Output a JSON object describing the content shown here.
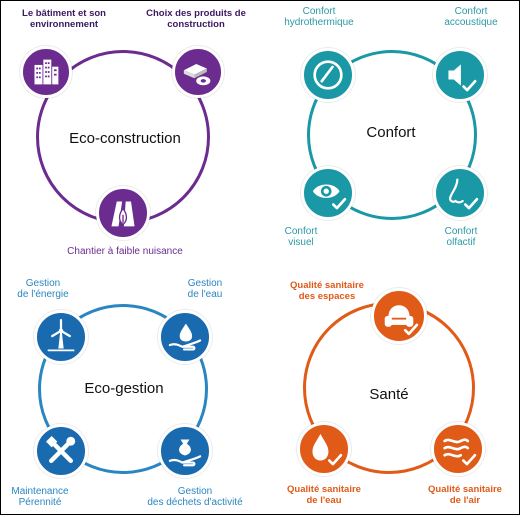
{
  "colors": {
    "purple": "#6b2b8f",
    "purple_text": "#3a1a60",
    "teal": "#1a98a6",
    "teal_text": "#2a9aa6",
    "blue": "#1a6aaf",
    "blue_text": "#2a86c0",
    "orange": "#e05a18",
    "orange_text": "#e05a18"
  },
  "eco_construction": {
    "title": "Eco-construction",
    "items": [
      {
        "label": "Le bâtiment et son\nenvironnement",
        "icon": "buildings-icon"
      },
      {
        "label": "Choix des produits de\nconstruction",
        "icon": "materials-icon"
      },
      {
        "label": "Chantier à faible nuisance",
        "icon": "construction-site-icon"
      }
    ]
  },
  "confort": {
    "title": "Confort",
    "items": [
      {
        "label": "Confort\nhydrothermique",
        "icon": "gauge-icon"
      },
      {
        "label": "Confort\naccoustique",
        "icon": "speaker-icon"
      },
      {
        "label": "Confort\nvisuel",
        "icon": "eye-icon"
      },
      {
        "label": "Confort\nolfactif",
        "icon": "nose-icon"
      }
    ]
  },
  "eco_gestion": {
    "title": "Eco-gestion",
    "items": [
      {
        "label": "Gestion\nde l'énergie",
        "icon": "wind-turbine-icon"
      },
      {
        "label": "Gestion\nde l'eau",
        "icon": "water-hand-icon"
      },
      {
        "label": "Maintenance\nPérennité",
        "icon": "tools-icon"
      },
      {
        "label": "Gestion\ndes déchets d'activité",
        "icon": "waste-bag-icon"
      }
    ]
  },
  "sante": {
    "title": "Santé",
    "items": [
      {
        "label": "Qualité sanitaire\ndes espaces",
        "icon": "armchair-icon"
      },
      {
        "label": "Qualité sanitaire\nde l'eau",
        "icon": "water-drop-icon"
      },
      {
        "label": "Qualité sanitaire\nde l'air",
        "icon": "air-waves-icon"
      }
    ]
  }
}
